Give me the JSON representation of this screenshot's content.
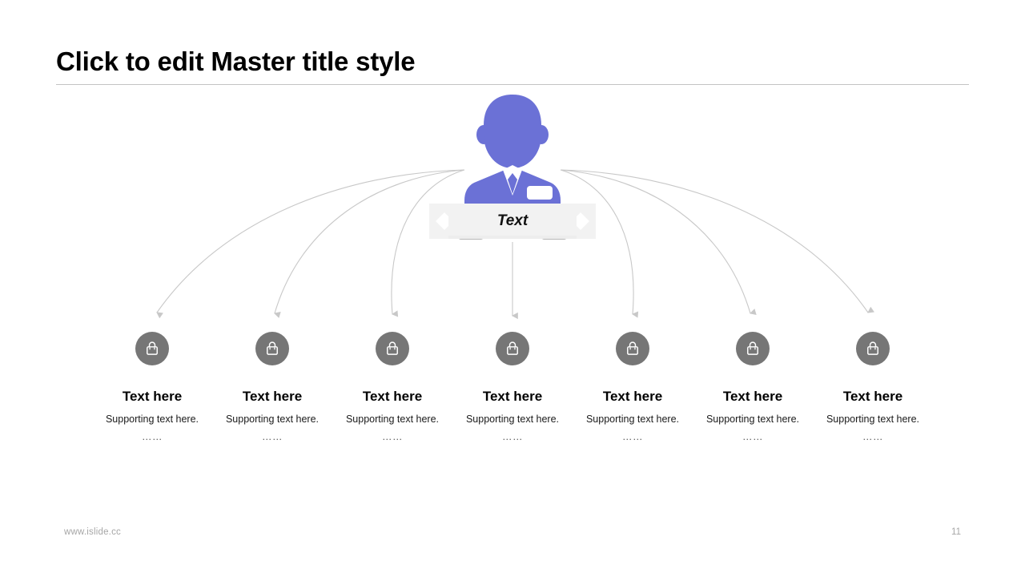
{
  "slide": {
    "title": "Click to edit Master title style",
    "background_color": "#ffffff"
  },
  "center_node": {
    "icon": "businessman-avatar-icon",
    "avatar_color": "#6b71d6",
    "ribbon": {
      "label": "Text",
      "fill_color": "#f2f2f2",
      "tab_color": "#b8b8b8"
    }
  },
  "connectors": {
    "color": "#c8c8c8",
    "arrowhead_color": "#c8c8c8",
    "count": 7
  },
  "columns": [
    {
      "icon": "shopping-bag-icon",
      "badge_color": "#767676",
      "heading": "Text here",
      "subtext": "Supporting text here.",
      "dots": "……"
    },
    {
      "icon": "shopping-bag-icon",
      "badge_color": "#767676",
      "heading": "Text here",
      "subtext": "Supporting text here.",
      "dots": "……"
    },
    {
      "icon": "shopping-bag-icon",
      "badge_color": "#767676",
      "heading": "Text here",
      "subtext": "Supporting text here.",
      "dots": "……"
    },
    {
      "icon": "shopping-bag-icon",
      "badge_color": "#767676",
      "heading": "Text here",
      "subtext": "Supporting text here.",
      "dots": "……"
    },
    {
      "icon": "shopping-bag-icon",
      "badge_color": "#767676",
      "heading": "Text here",
      "subtext": "Supporting text here.",
      "dots": "……"
    },
    {
      "icon": "shopping-bag-icon",
      "badge_color": "#767676",
      "heading": "Text here",
      "subtext": "Supporting text here.",
      "dots": "……"
    },
    {
      "icon": "shopping-bag-icon",
      "badge_color": "#767676",
      "heading": "Text here",
      "subtext": "Supporting text here.",
      "dots": "……"
    }
  ],
  "footer": {
    "url": "www.islide.cc",
    "page_number": "11"
  }
}
